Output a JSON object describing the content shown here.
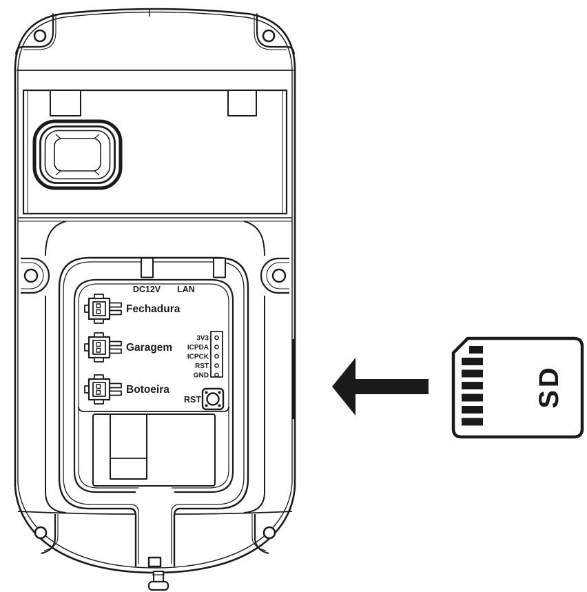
{
  "pcb": {
    "power_label": "DC12V",
    "lan_label": "LAN",
    "connectors": [
      {
        "label": "Fechadura"
      },
      {
        "label": "Garagem"
      },
      {
        "label": "Botoeira"
      }
    ],
    "header_pins": [
      {
        "label": "3V3"
      },
      {
        "label": "ICPDA"
      },
      {
        "label": "ICPCK"
      },
      {
        "label": "RST"
      },
      {
        "label": "GND"
      }
    ],
    "reset_label": "RST"
  },
  "sd_card": {
    "label": "SD"
  },
  "colors": {
    "line": "#1a1a1a",
    "background": "#ffffff"
  }
}
